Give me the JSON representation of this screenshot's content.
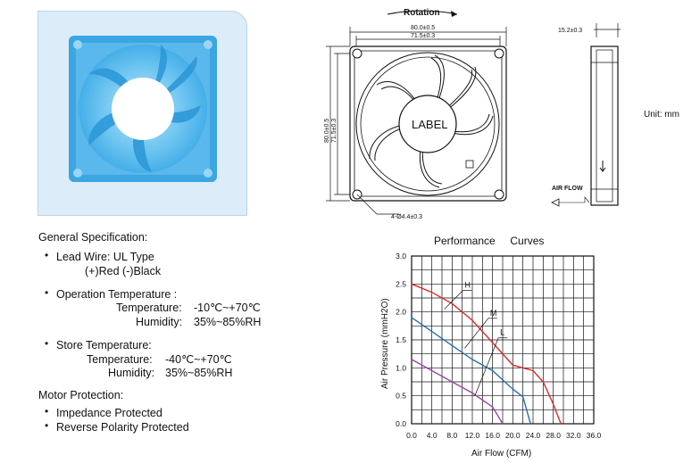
{
  "drawing": {
    "rotation_label": "Rotation",
    "dim_outer_w": "80.0±0.5",
    "dim_inner_w": "71.5±0.3",
    "dim_outer_h": "80.0±0.5",
    "dim_inner_h": "71.5±0.3",
    "hole_label": "4-Ø4.4±0.3",
    "label_text": "LABEL",
    "thickness_label": "15.2±0.3",
    "unit_label": "Unit: mm",
    "airflow_label": "AIR FLOW"
  },
  "spec": {
    "heading": "General Specification:",
    "lead_wire_label": "Lead Wire:  UL Type",
    "lead_wire_value": "(+)Red  (-)Black",
    "op_temp_label": "Operation Temperature :",
    "op_temp_t_label": "Temperature:",
    "op_temp_t_value": "-10℃~+70℃",
    "op_temp_h_label": "Humidity:",
    "op_temp_h_value": "35%~85%RH",
    "store_temp_label": "Store Temperature:",
    "store_temp_t_label": "Temperature:",
    "store_temp_t_value": "-40℃~+70℃",
    "store_temp_h_label": "Humidity:",
    "store_temp_h_value": "35%~85%RH",
    "motor_heading": "Motor Protection:",
    "motor_items": [
      "Impedance Protected",
      "Reverse Polarity Protected"
    ]
  },
  "chart_data": {
    "type": "line",
    "title": "Performance     Curves",
    "xlabel": "Air Flow (CFM)",
    "ylabel": "Air Pressure (mmH2O)",
    "xlim": [
      0,
      36
    ],
    "ylim": [
      0,
      3.0
    ],
    "x_ticks": [
      "0.0",
      "4.0",
      "8.0",
      "12.0",
      "16.0",
      "20.0",
      "24.0",
      "28.0",
      "32.0",
      "36.0"
    ],
    "y_ticks": [
      "0.0",
      "0.5",
      "1.0",
      "1.5",
      "2.0",
      "2.5",
      "3.0"
    ],
    "grid": true,
    "series": [
      {
        "name": "H",
        "color": "#e0282a",
        "points": [
          [
            0,
            2.5
          ],
          [
            4,
            2.35
          ],
          [
            8,
            2.15
          ],
          [
            12,
            1.85
          ],
          [
            16,
            1.45
          ],
          [
            20,
            1.05
          ],
          [
            24,
            0.95
          ],
          [
            26,
            0.75
          ],
          [
            28,
            0.35
          ],
          [
            29.5,
            0.0
          ]
        ]
      },
      {
        "name": "M",
        "color": "#2a6fb4",
        "points": [
          [
            0,
            1.9
          ],
          [
            4,
            1.65
          ],
          [
            8,
            1.4
          ],
          [
            12,
            1.15
          ],
          [
            16,
            0.95
          ],
          [
            20,
            0.62
          ],
          [
            22,
            0.48
          ],
          [
            23.5,
            0.0
          ]
        ]
      },
      {
        "name": "L",
        "color": "#9a45a6",
        "points": [
          [
            0,
            1.15
          ],
          [
            4,
            0.95
          ],
          [
            8,
            0.75
          ],
          [
            12,
            0.55
          ],
          [
            16,
            0.3
          ],
          [
            18,
            0.0
          ]
        ]
      }
    ]
  }
}
